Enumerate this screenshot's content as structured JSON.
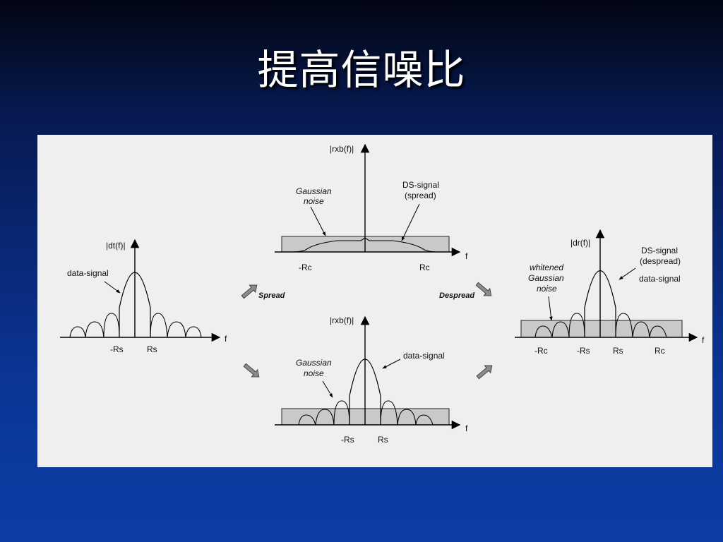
{
  "slide": {
    "title": "提高信噪比"
  },
  "figure": {
    "left_panel": {
      "axis_label": "|dt(f)|",
      "signal_label": "data-signal",
      "tick_neg": "-Rs",
      "tick_pos": "Rs",
      "freq_label": "f"
    },
    "top_panel": {
      "axis_label": "|rxb(f)|",
      "noise_label_1": "Gaussian",
      "noise_label_2": "noise",
      "ds_label_1": "DS-signal",
      "ds_label_2": "(spread)",
      "tick_neg": "-Rc",
      "tick_pos": "Rc",
      "freq_label": "f"
    },
    "bottom_panel": {
      "axis_label": "|rxb(f)|",
      "noise_label_1": "Gaussian",
      "noise_label_2": "noise",
      "signal_label": "data-signal",
      "tick_neg": "-Rs",
      "tick_pos": "Rs",
      "freq_label": "f"
    },
    "right_panel": {
      "axis_label": "|dr(f)|",
      "ds_label_1": "DS-signal",
      "ds_label_2": "(despread)",
      "signal_label": "data-signal",
      "noise_label_1": "whitened",
      "noise_label_2": "Gaussian",
      "noise_label_3": "noise",
      "tick_neg_c": "-Rc",
      "tick_neg_s": "-Rs",
      "tick_pos_s": "Rs",
      "tick_pos_c": "Rc",
      "freq_label": "f"
    },
    "arrows": {
      "spread_label": "Spread",
      "despread_label": "Despread"
    }
  }
}
